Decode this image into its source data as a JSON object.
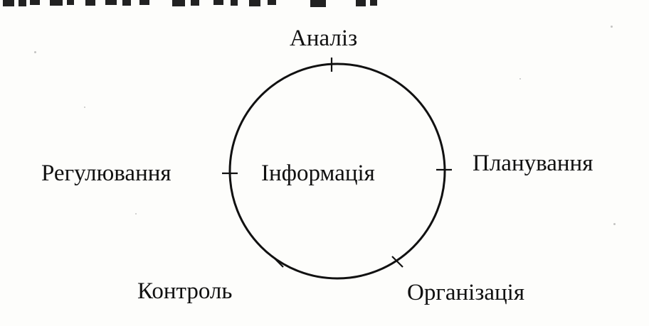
{
  "diagram": {
    "center_label": "Інформація",
    "stages": [
      {
        "id": "analysis",
        "label": "Аналіз"
      },
      {
        "id": "planning",
        "label": "Планування"
      },
      {
        "id": "organization",
        "label": "Організація"
      },
      {
        "id": "control",
        "label": "Контроль"
      },
      {
        "id": "regulation",
        "label": "Регулювання"
      }
    ],
    "colors": {
      "stroke": "#111111",
      "text": "#111111",
      "background": "#fdfdfb"
    }
  }
}
